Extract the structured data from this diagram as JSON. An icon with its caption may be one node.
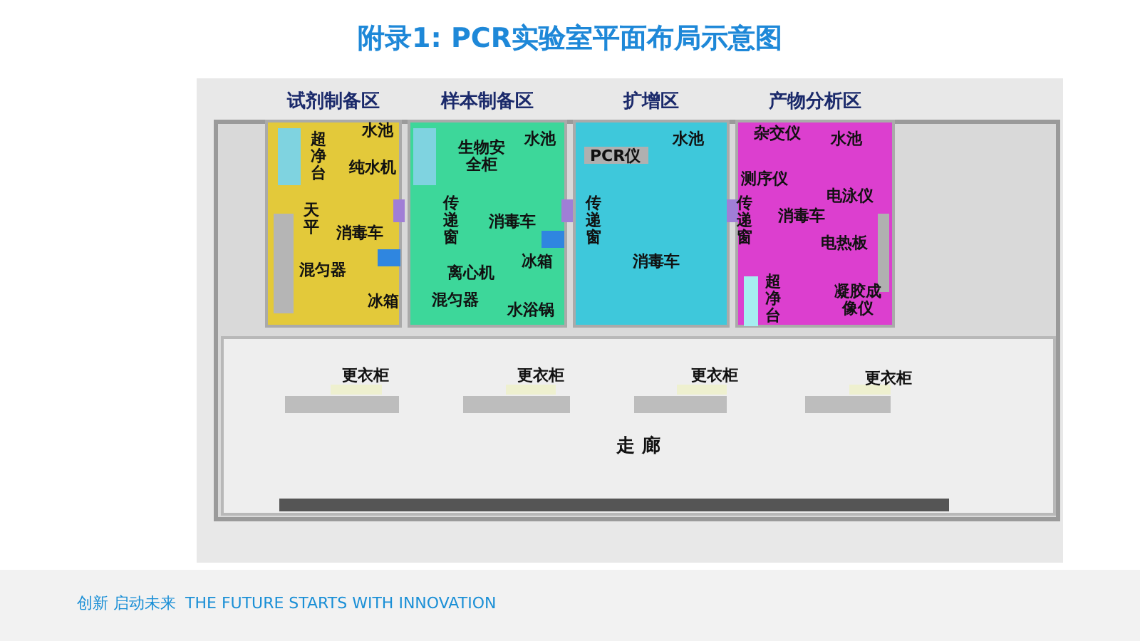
{
  "diagram": {
    "title": "附录1: PCR实验室平面布局示意图",
    "nodes": [
      {
        "text": [
          "试剂制备区"
        ]
      },
      {
        "text": [
          "样本制备区"
        ]
      },
      {
        "text": [
          "扩增区"
        ]
      },
      {
        "text": [
          "产物分析区"
        ]
      },
      {
        "text": [
          "走 廊"
        ]
      }
    ],
    "labels": [
      "超净台",
      "水池",
      "纯水机",
      "天平",
      "消毒车",
      "混匀器",
      "冰箱",
      "生物安全柜",
      "水池",
      "传递窗",
      "消毒车",
      "冰箱",
      "离心机",
      "混匀器",
      "水浴锅",
      "水池",
      "PCR仪",
      "传递窗",
      "消毒车",
      "杂交仪",
      "水池",
      "测序仪",
      "传递窗",
      "消毒车",
      "电泳仪",
      "电热板",
      "超净台",
      "凝胶成像仪",
      "更衣柜",
      "更衣柜",
      "更衣柜",
      "更衣柜",
      "创新 启动未来",
      "THE FUTURE STARTS WITH INNOVATION"
    ]
  }
}
